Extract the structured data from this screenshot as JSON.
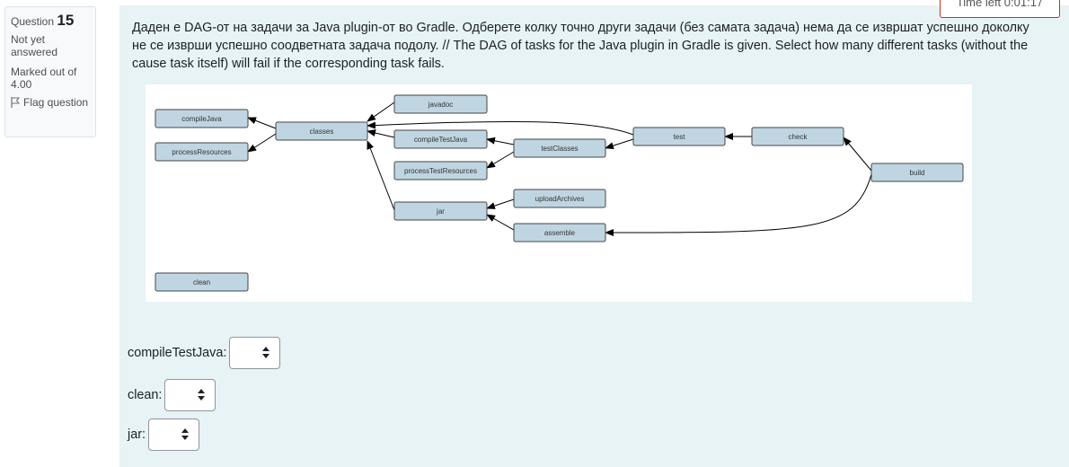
{
  "question_info": {
    "label": "Question",
    "number": "15",
    "status": "Not yet answered",
    "marked": "Marked out of 4.00",
    "flag_label": "Flag question"
  },
  "timer": {
    "text": "Time left 0:01:17"
  },
  "question_text": "Даден е DAG-от на задачи за Java plugin-от во Gradle. Одберете колку точно други задачи (без самата задача) нема да се извршат успешно доколку не се изврши успешно соодветната задача подолу. // The DAG of tasks for the Java plugin in Gradle is given. Select how many different tasks (without the cause task itself) will fail if the corresponding task fails.",
  "diagram": {
    "nodes": [
      {
        "id": "compileJava",
        "label": "compileJava"
      },
      {
        "id": "processResources",
        "label": "processResources"
      },
      {
        "id": "classes",
        "label": "classes"
      },
      {
        "id": "javadoc",
        "label": "javadoc"
      },
      {
        "id": "compileTestJava",
        "label": "compileTestJava"
      },
      {
        "id": "processTestResources",
        "label": "processTestResources"
      },
      {
        "id": "testClasses",
        "label": "testClasses"
      },
      {
        "id": "test",
        "label": "test"
      },
      {
        "id": "check",
        "label": "check"
      },
      {
        "id": "build",
        "label": "build"
      },
      {
        "id": "jar",
        "label": "jar"
      },
      {
        "id": "uploadArchives",
        "label": "uploadArchives"
      },
      {
        "id": "assemble",
        "label": "assemble"
      },
      {
        "id": "clean",
        "label": "clean"
      }
    ],
    "edges": [
      [
        "classes",
        "compileJava"
      ],
      [
        "classes",
        "processResources"
      ],
      [
        "javadoc",
        "classes"
      ],
      [
        "compileTestJava",
        "classes"
      ],
      [
        "test",
        "classes"
      ],
      [
        "jar",
        "classes"
      ],
      [
        "testClasses",
        "compileTestJava"
      ],
      [
        "testClasses",
        "processTestResources"
      ],
      [
        "test",
        "testClasses"
      ],
      [
        "check",
        "test"
      ],
      [
        "build",
        "check"
      ],
      [
        "build",
        "assemble"
      ],
      [
        "uploadArchives",
        "jar"
      ],
      [
        "assemble",
        "jar"
      ]
    ]
  },
  "answers": [
    {
      "label": "compileTestJava:",
      "value": ""
    },
    {
      "label": "clean:",
      "value": ""
    },
    {
      "label": "jar:",
      "value": ""
    }
  ]
}
